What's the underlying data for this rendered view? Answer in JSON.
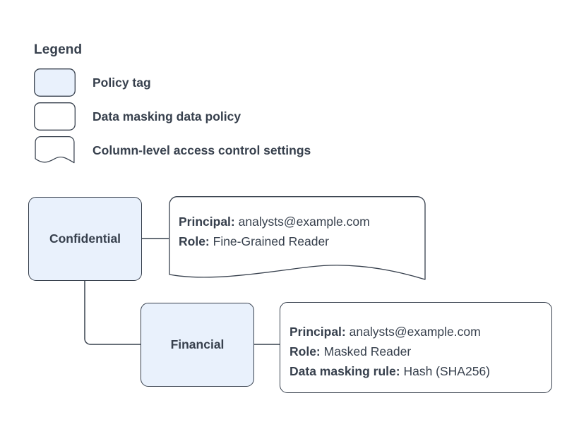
{
  "legend": {
    "title": "Legend",
    "items": [
      {
        "label": "Policy tag",
        "swatch": "policy-tag-swatch",
        "shape": "rounded-rect",
        "fill": "#e9f1fc"
      },
      {
        "label": "Data masking data policy",
        "swatch": "data-policy-swatch",
        "shape": "rounded-rect",
        "fill": "#ffffff"
      },
      {
        "label": "Column-level access control settings",
        "swatch": "access-control-swatch",
        "shape": "document-wave",
        "fill": "#ffffff"
      }
    ]
  },
  "diagram": {
    "nodes": [
      {
        "id": "confidential",
        "label": "Confidential",
        "type": "policy-tag",
        "fill": "#e9f1fc"
      },
      {
        "id": "financial",
        "label": "Financial",
        "type": "policy-tag",
        "fill": "#e9f1fc"
      }
    ],
    "callouts": [
      {
        "id": "confidential-settings",
        "type": "column-level-access-control-settings",
        "shape": "document-wave",
        "lines": [
          {
            "key": "Principal:",
            "value": "analysts@example.com"
          },
          {
            "key": "Role:",
            "value": "Fine-Grained Reader"
          }
        ]
      },
      {
        "id": "financial-policy",
        "type": "data-masking-data-policy",
        "shape": "rounded-rect",
        "lines": [
          {
            "key": "Principal:",
            "value": "analysts@example.com"
          },
          {
            "key": "Role:",
            "value": "Masked Reader"
          },
          {
            "key": "Data masking rule:",
            "value": "Hash (SHA256)"
          }
        ]
      }
    ],
    "edges": [
      {
        "from": "confidential",
        "to": "confidential-settings"
      },
      {
        "from": "confidential",
        "to": "financial"
      },
      {
        "from": "financial",
        "to": "financial-policy"
      }
    ]
  },
  "colors": {
    "stroke": "#37404d",
    "node_fill": "#e9f1fc",
    "callout_fill": "#ffffff",
    "text": "#37404d",
    "background": "#ffffff"
  }
}
